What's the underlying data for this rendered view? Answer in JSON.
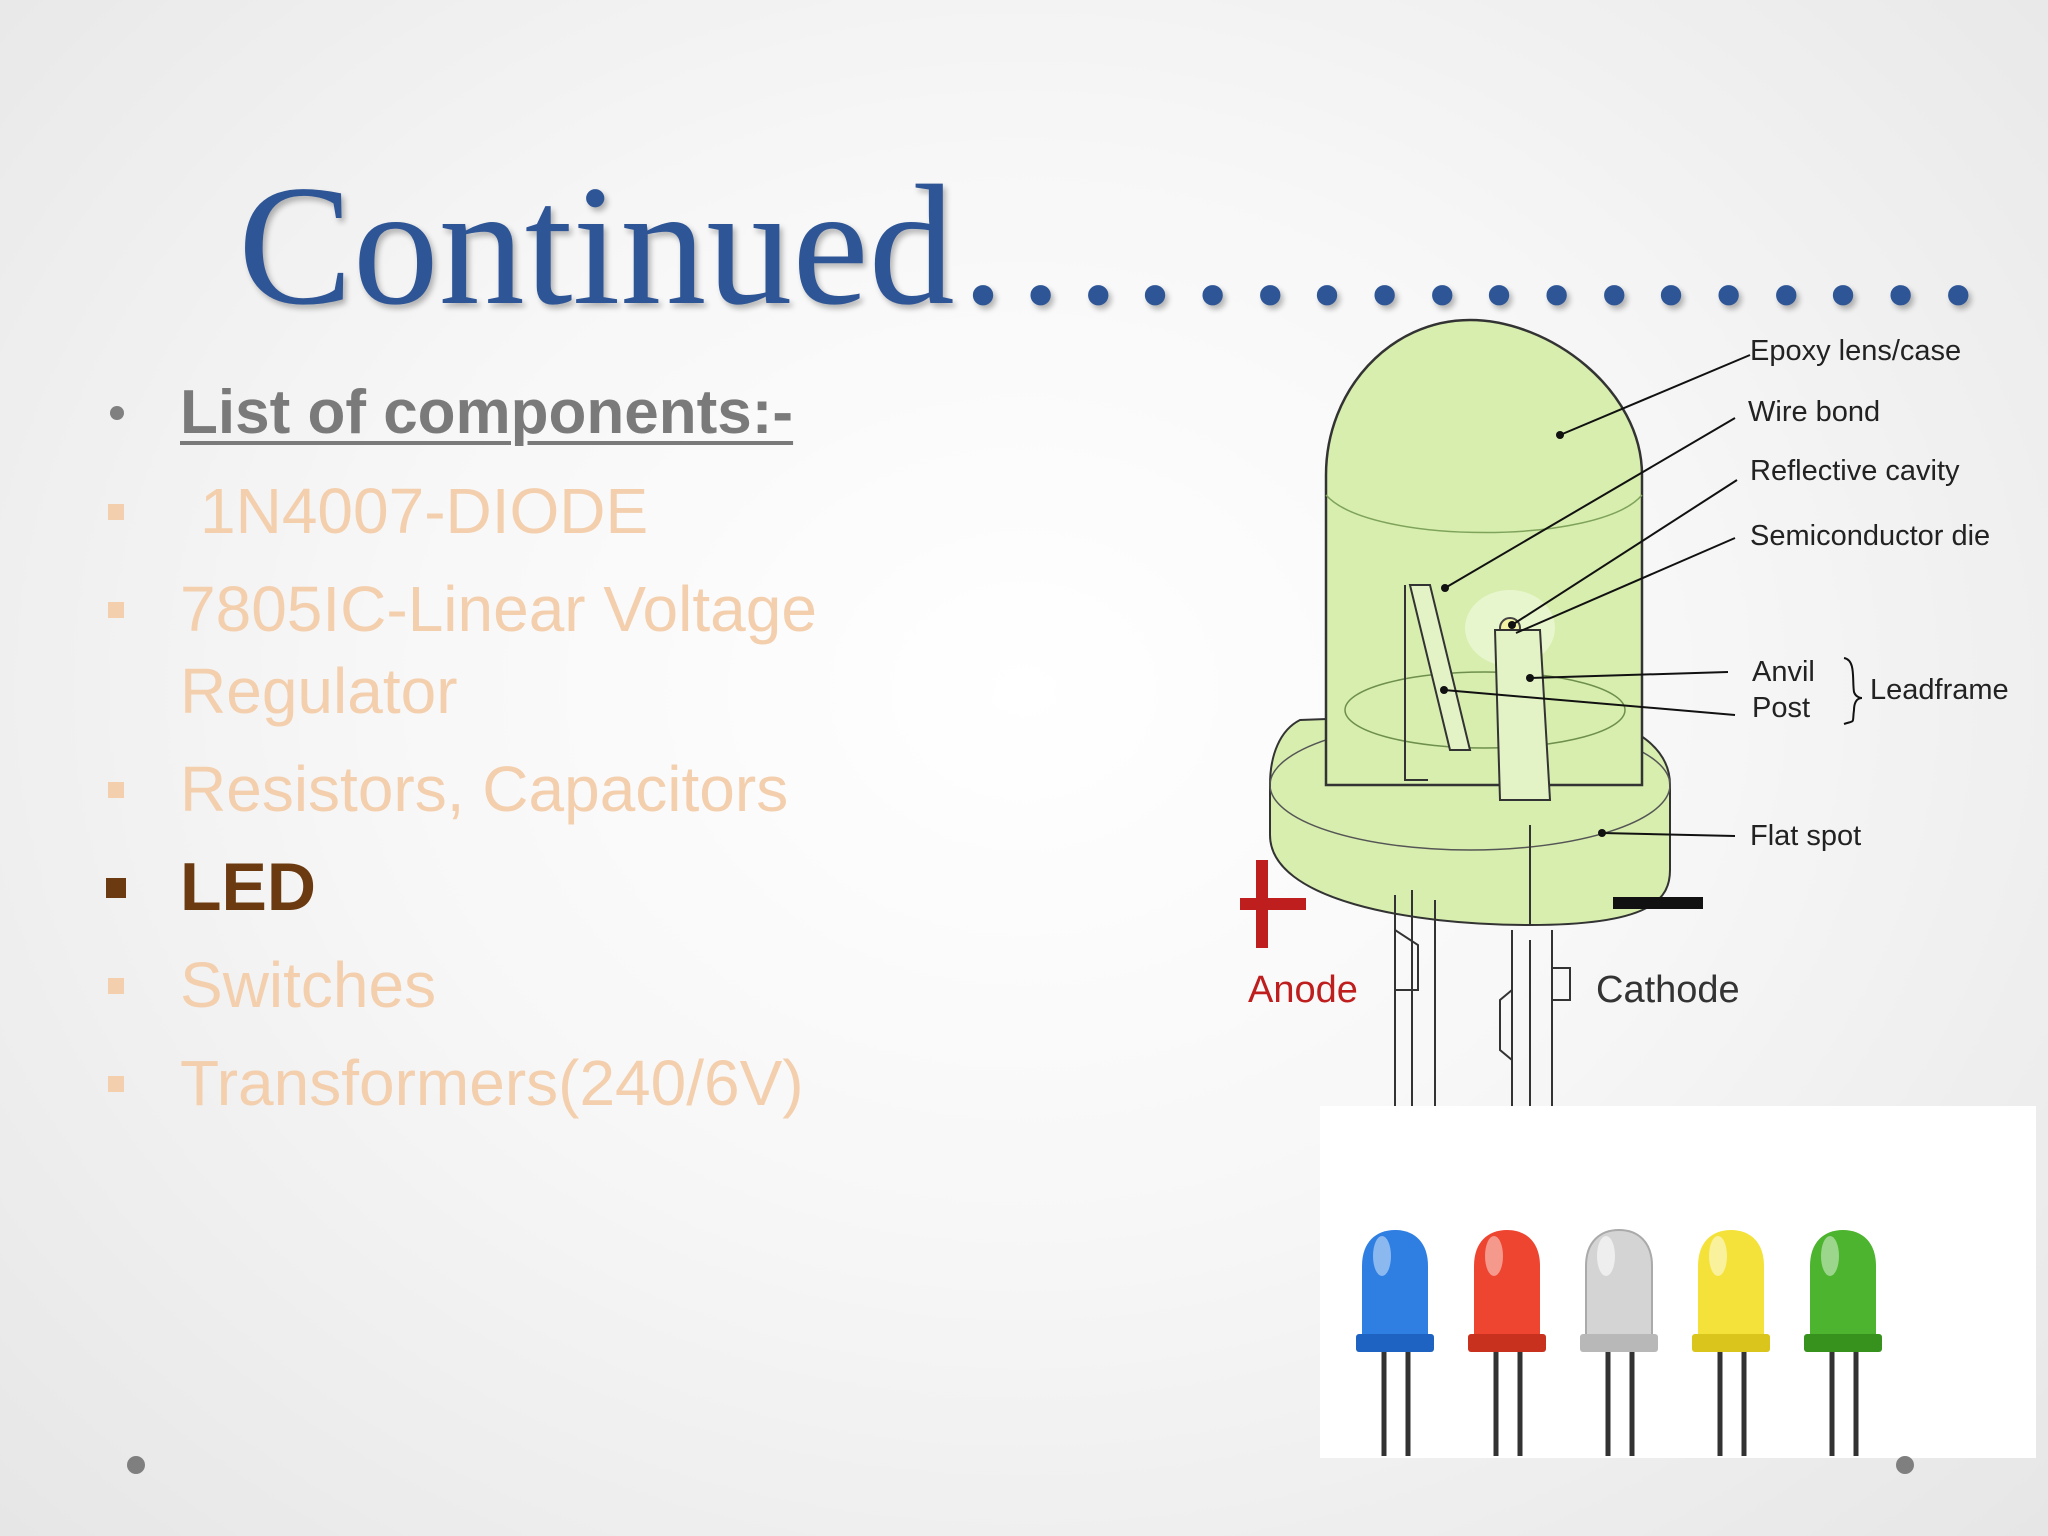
{
  "slide": {
    "title": "Continued………………",
    "list": {
      "heading": "List of components:-",
      "items": [
        "1N4007-DIODE",
        "7805IC-Linear Voltage Regulator",
        "Resistors, Capacitors",
        "LED",
        "Switches",
        "Transformers(240/6V)"
      ]
    }
  },
  "led_diagram": {
    "labels": {
      "epoxy_lens": "Epoxy lens/case",
      "wire_bond": "Wire bond",
      "reflective_cavity": "Reflective cavity",
      "semiconductor_die": "Semiconductor die",
      "anvil": "Anvil",
      "post": "Post",
      "leadframe": "Leadframe",
      "flat_spot": "Flat spot",
      "anode": "Anode",
      "cathode": "Cathode"
    },
    "colors": {
      "body": "#d7eeae",
      "anode_sign": "#bf1e1e",
      "cathode_sign": "#111111"
    }
  },
  "led_photo": {
    "led_colors": [
      "#2f7fe3",
      "#ee4530",
      "#d4d4d4",
      "#f4e23a",
      "#4cb42e"
    ]
  },
  "colors": {
    "title": "#2e5596",
    "heading": "#7a7a7a",
    "item": "#f3cfae",
    "active_item": "#6b3a10"
  }
}
